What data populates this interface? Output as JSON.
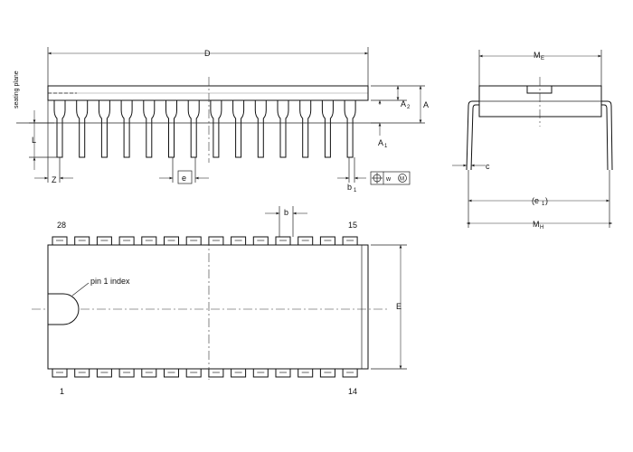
{
  "side_view": {
    "dim_D": "D",
    "seating_plane": "seating plane",
    "dim_A2": "A",
    "dim_A2_sub": "2",
    "dim_A": "A",
    "dim_A1": "A",
    "dim_A1_sub": "1",
    "dim_L": "L",
    "dim_Z": "Z",
    "dim_e": "e",
    "dim_b1": "b",
    "dim_b1_sub": "1",
    "tolerance_w": "w",
    "tolerance_m": "M"
  },
  "end_view": {
    "dim_ME": "M",
    "dim_ME_sub": "E",
    "dim_c": "c",
    "dim_e1_open": "(e",
    "dim_e1_sub": "1",
    "dim_e1_close": ")",
    "dim_MH": "M",
    "dim_MH_sub": "H"
  },
  "top_view": {
    "dim_b": "b",
    "pin_28": "28",
    "pin_15": "15",
    "pin_1": "1",
    "pin_14": "14",
    "pin1_index": "pin 1 index",
    "dim_E": "E"
  }
}
